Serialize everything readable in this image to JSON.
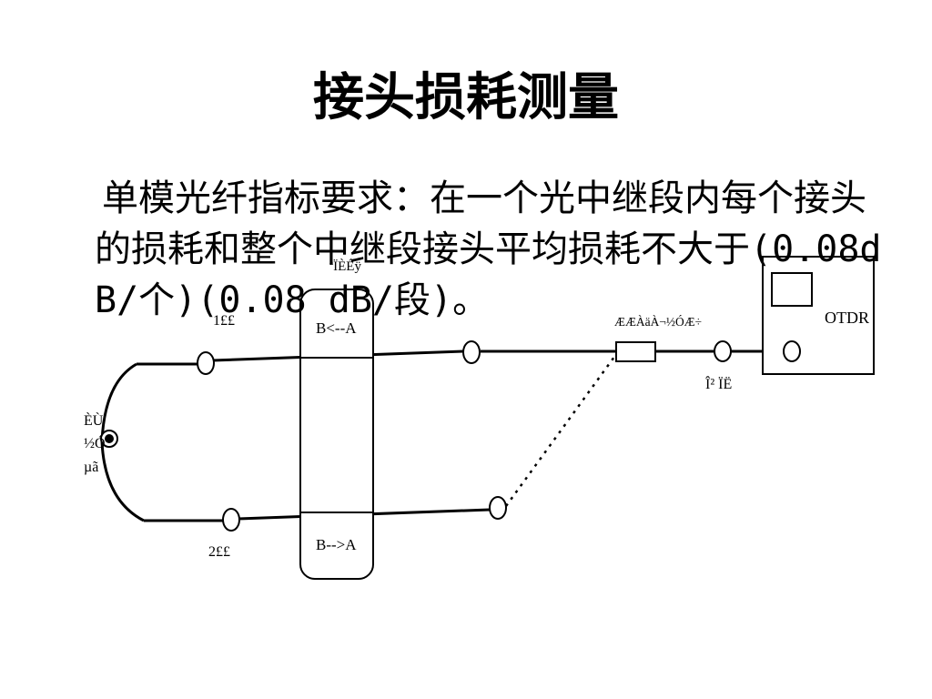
{
  "slide": {
    "title": "接头损耗测量",
    "body": "单模光纤指标要求：在一个光中继段内每个接头的损耗和整个中继段接头平均损耗不大于(0.08dB/个)(0.08 dB/段)。"
  },
  "diagram": {
    "labels": {
      "top_box": "ªÏÈÉÿ",
      "forward": "B<--A",
      "backward": "B-->A",
      "point1": "1££",
      "point2": "2££",
      "loop_l1": "ÈÙ",
      "loop_l2": "½Ó",
      "loop_l3": "µã",
      "connector": "ÆÆÀäÀ¬½ÓÆ÷",
      "under_connector": "Î² ÏË",
      "otdr": "OTDR"
    }
  }
}
